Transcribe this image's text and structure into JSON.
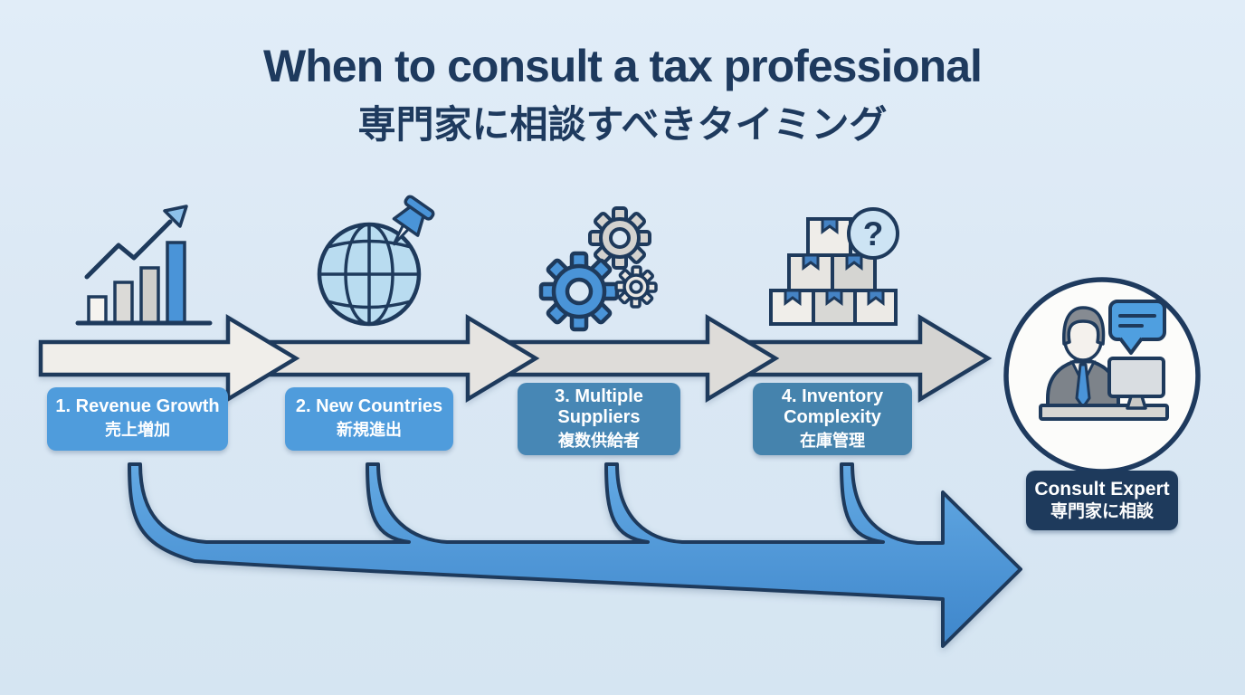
{
  "title": {
    "en": "When to consult a tax professional",
    "ja": "専門家に相談すべきタイミング"
  },
  "steps": [
    {
      "label_en": "1. Revenue Growth",
      "label_ja": "売上増加",
      "icon": "bar-chart-growth-icon",
      "color": "#4f9cdc"
    },
    {
      "label_en": "2. New Countries",
      "label_ja": "新規進出",
      "icon": "globe-pin-icon",
      "color": "#4f9cdc"
    },
    {
      "label_en": "3. Multiple Suppliers",
      "label_ja": "複数供給者",
      "icon": "gears-icon",
      "color": "#4787b5"
    },
    {
      "label_en": "4. Inventory Complexity",
      "label_ja": "在庫管理",
      "icon": "inventory-boxes-icon",
      "color": "#4583ad"
    }
  ],
  "expert": {
    "label_en": "Consult Expert",
    "label_ja": "専門家に相談",
    "icon": "consultant-at-desk-icon"
  },
  "icons": {
    "question_mark": "?"
  },
  "colors": {
    "background": "#dbe8f4",
    "navy_outline": "#1e3a5c",
    "accent_blue": "#4a94d8",
    "flow_arrow_gray": "#e6e4e1",
    "step_blue": "#4f9cdc",
    "step_steel": "#4787b5",
    "consult_navy": "#1e3a5c"
  }
}
